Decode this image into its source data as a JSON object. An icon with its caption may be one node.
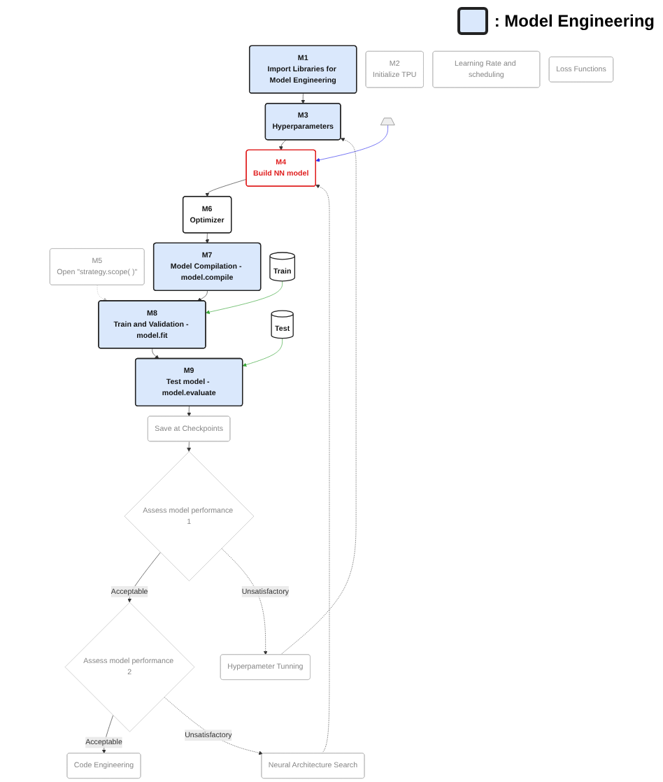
{
  "diagram": {
    "nodes": [
      {
        "text": [
          "Train"
        ]
      },
      {
        "text": [
          "Test"
        ]
      },
      {
        "text": [
          "M1",
          "Import Libraries for Model Engineering"
        ]
      },
      {
        "text": [
          "M2",
          "Initialize TPU"
        ]
      },
      {
        "text": [
          "M3",
          "Hyperparameters"
        ]
      },
      {
        "text": [],
        "shape": "picture"
      },
      {
        "text": [
          "M4",
          "Build NN model"
        ]
      },
      {
        "text": [
          "M5",
          "Open \"strategy.scope( )\""
        ]
      },
      {
        "text": [
          "M6",
          "Optimizer"
        ]
      },
      {
        "text": [
          "Learning Rate and scheduling"
        ]
      },
      {
        "text": [
          "Loss Functions"
        ]
      },
      {
        "text": [
          "M7",
          "Model Compilation - model.compile"
        ]
      },
      {
        "text": [
          "M8",
          "Train and Validation - model.fit"
        ]
      },
      {
        "text": [
          "M9",
          "Test model - model.evaluate"
        ]
      },
      {
        "text": [
          "Save at Checkpoints"
        ]
      },
      {
        "text": [
          "Assess model performance 1"
        ]
      },
      {
        "text": [
          "Hyperpameter Tunning"
        ]
      },
      {
        "text": [
          "Assess model performance 2"
        ]
      },
      {
        "text": [
          "Neural Architecture Search"
        ]
      },
      {
        "text": [
          "Code Engineering"
        ]
      }
    ],
    "edges": [
      {
        "from": 2,
        "to": 4,
        "arrow": "to"
      },
      {
        "from": 4,
        "to": 6,
        "arrow": "to"
      },
      {
        "from": 5,
        "to": 6,
        "arrow": "to",
        "color": "#3333ee"
      },
      {
        "from": 6,
        "to": 8,
        "arrow": "to"
      },
      {
        "from": 8,
        "to": 11,
        "arrow": "to"
      },
      {
        "from": 7,
        "to": 12,
        "arrow": "to",
        "style": "dashed",
        "color": "#bbbbbb"
      },
      {
        "from": 11,
        "to": 12,
        "arrow": "to"
      },
      {
        "from": 0,
        "to": 12,
        "arrow": "to",
        "color": "#3aa63a"
      },
      {
        "from": 1,
        "to": 13,
        "arrow": "to",
        "color": "#3aa63a"
      },
      {
        "from": 12,
        "to": 13,
        "arrow": "to"
      },
      {
        "from": 13,
        "to": 14,
        "arrow": "to"
      },
      {
        "from": 14,
        "to": 15,
        "arrow": "to"
      },
      {
        "from": 15,
        "to": 17,
        "arrow": "to",
        "label": "Acceptable"
      },
      {
        "from": 17,
        "to": 19,
        "arrow": "to",
        "label": "Acceptable"
      },
      {
        "from": 15,
        "to": 16,
        "arrow": "to",
        "label": "Unsatisfactory",
        "style": "dashed"
      },
      {
        "from": 17,
        "to": 18,
        "arrow": "to",
        "label": "Unsatisfactory",
        "style": "dashed"
      },
      {
        "from": 16,
        "to": 4,
        "arrow": "to",
        "style": "dashed"
      },
      {
        "from": 18,
        "to": 6,
        "arrow": "to",
        "style": "dashed"
      }
    ],
    "legend": [
      {
        "text": ": Model Engineering",
        "color": "#dae8fc"
      }
    ]
  }
}
